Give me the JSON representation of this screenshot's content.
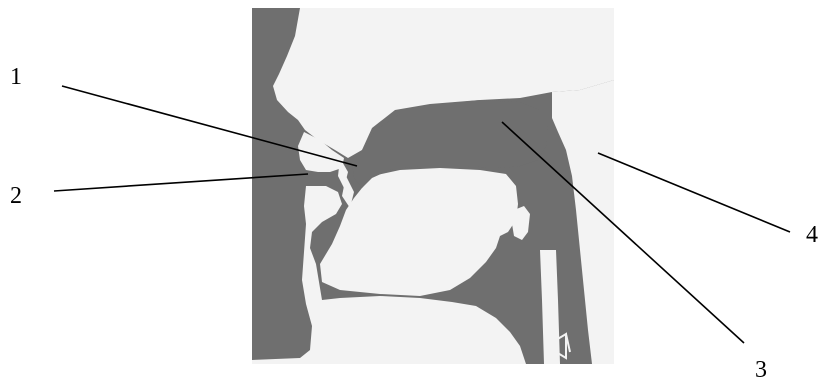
{
  "figure": {
    "kind": "sagittal section of the human head (speech organs)",
    "colors": {
      "background": "#ffffff",
      "tissue_dark": "#6f6f6f",
      "cavity_light": "#f2f2f2",
      "outline": "#000000"
    }
  },
  "callouts": [
    {
      "id": "1",
      "label": "1"
    },
    {
      "id": "2",
      "label": "2"
    },
    {
      "id": "3",
      "label": "3"
    },
    {
      "id": "4",
      "label": "4"
    }
  ]
}
